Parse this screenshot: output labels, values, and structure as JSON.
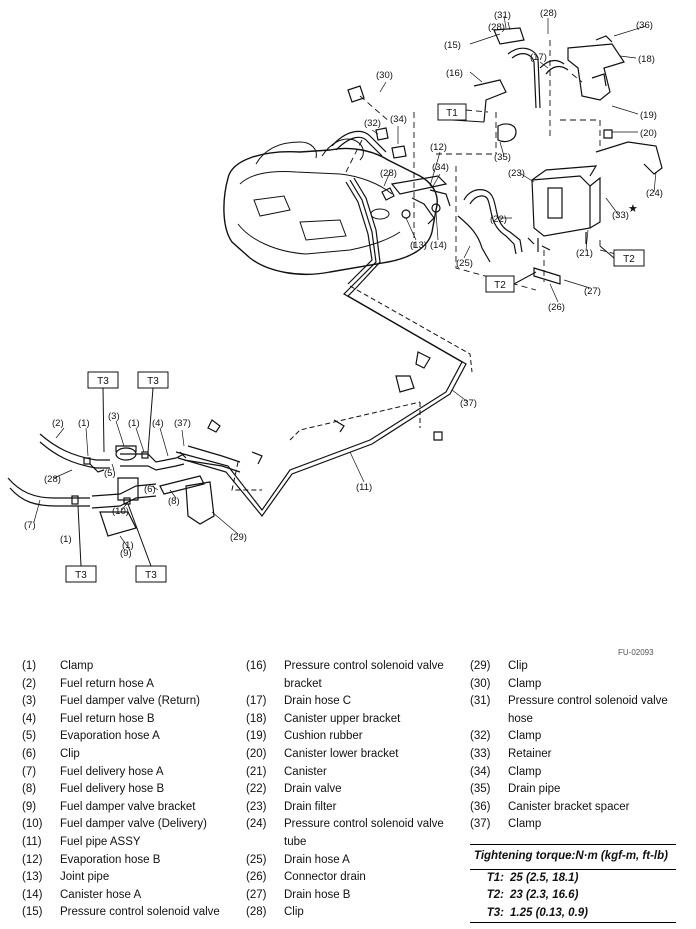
{
  "figure_code": "FU-02093",
  "torque_tags": {
    "t1": "T1",
    "t2": "T2",
    "t3": "T3"
  },
  "callouts": [
    "(1)",
    "(2)",
    "(3)",
    "(4)",
    "(5)",
    "(6)",
    "(7)",
    "(8)",
    "(9)",
    "(10)",
    "(11)",
    "(12)",
    "(13)",
    "(14)",
    "(15)",
    "(16)",
    "(17)",
    "(18)",
    "(19)",
    "(20)",
    "(21)",
    "(22)",
    "(23)",
    "(24)",
    "(25)",
    "(26)",
    "(27)",
    "(28)",
    "(29)",
    "(30)",
    "(31)",
    "(32)",
    "(33)",
    "(34)",
    "(35)",
    "(36)",
    "(37)"
  ],
  "star": "★",
  "legend": {
    "col1": [
      {
        "num": "(1)",
        "label": "Clamp"
      },
      {
        "num": "(2)",
        "label": "Fuel return hose A"
      },
      {
        "num": "(3)",
        "label": "Fuel damper valve (Return)"
      },
      {
        "num": "(4)",
        "label": "Fuel return hose B"
      },
      {
        "num": "(5)",
        "label": "Evaporation hose A"
      },
      {
        "num": "(6)",
        "label": "Clip"
      },
      {
        "num": "(7)",
        "label": "Fuel delivery hose A"
      },
      {
        "num": "(8)",
        "label": "Fuel delivery hose B"
      },
      {
        "num": "(9)",
        "label": "Fuel damper valve bracket"
      },
      {
        "num": "(10)",
        "label": "Fuel damper valve (Delivery)"
      },
      {
        "num": "(11)",
        "label": "Fuel pipe ASSY"
      },
      {
        "num": "(12)",
        "label": "Evaporation hose B"
      },
      {
        "num": "(13)",
        "label": "Joint pipe"
      },
      {
        "num": "(14)",
        "label": "Canister hose A"
      },
      {
        "num": "(15)",
        "label": "Pressure control solenoid valve"
      }
    ],
    "col2": [
      {
        "num": "(16)",
        "label": "Pressure control solenoid valve bracket"
      },
      {
        "num": "(17)",
        "label": "Drain hose C"
      },
      {
        "num": "(18)",
        "label": "Canister upper bracket"
      },
      {
        "num": "(19)",
        "label": "Cushion rubber"
      },
      {
        "num": "(20)",
        "label": "Canister lower bracket"
      },
      {
        "num": "(21)",
        "label": "Canister"
      },
      {
        "num": "(22)",
        "label": "Drain valve"
      },
      {
        "num": "(23)",
        "label": "Drain filter"
      },
      {
        "num": "(24)",
        "label": "Pressure control solenoid valve tube"
      },
      {
        "num": "(25)",
        "label": "Drain hose A"
      },
      {
        "num": "(26)",
        "label": "Connector drain"
      },
      {
        "num": "(27)",
        "label": "Drain hose B"
      },
      {
        "num": "(28)",
        "label": "Clip"
      }
    ],
    "col3": [
      {
        "num": "(29)",
        "label": "Clip"
      },
      {
        "num": "(30)",
        "label": "Clamp"
      },
      {
        "num": "(31)",
        "label": "Pressure control solenoid valve hose"
      },
      {
        "num": "(32)",
        "label": "Clamp"
      },
      {
        "num": "(33)",
        "label": "Retainer"
      },
      {
        "num": "(34)",
        "label": "Clamp"
      },
      {
        "num": "(35)",
        "label": "Drain pipe"
      },
      {
        "num": "(36)",
        "label": "Canister bracket spacer"
      },
      {
        "num": "(37)",
        "label": "Clamp"
      }
    ]
  },
  "torque": {
    "header": "Tightening torque:N·m (kgf-m, ft-lb)",
    "rows": [
      {
        "key": "T1:",
        "value": "25 (2.5, 18.1)"
      },
      {
        "key": "T2:",
        "value": "23 (2.3, 16.6)"
      },
      {
        "key": "T3:",
        "value": "1.25 (0.13, 0.9)"
      }
    ]
  }
}
